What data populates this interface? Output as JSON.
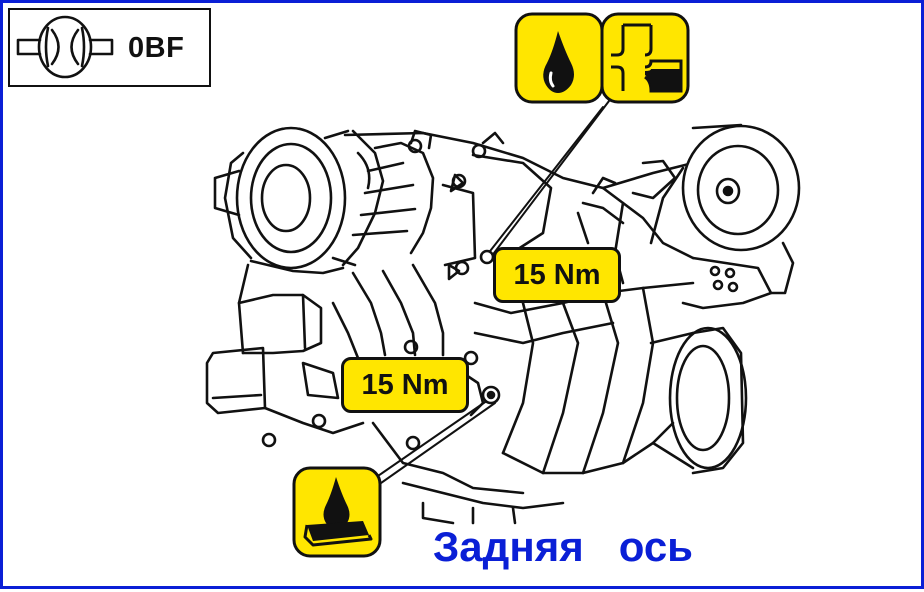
{
  "code_box": {
    "code": "0BF"
  },
  "torque_labels": {
    "fill_plug": "15 Nm",
    "drain_plug": "15 Nm"
  },
  "caption": "Задняя   ось",
  "colors": {
    "frame_blue": "#0a1fd6",
    "label_yellow": "#ffe600",
    "ink": "#111111"
  },
  "icons": [
    "rear-axle-icon",
    "oil-drop-icon",
    "oil-level-icon",
    "oil-drain-icon"
  ]
}
